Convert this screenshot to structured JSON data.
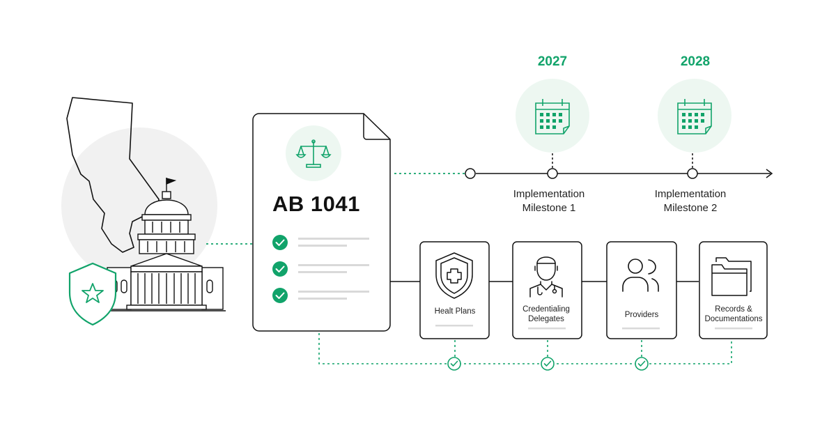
{
  "document": {
    "title": "AB 1041",
    "icon": "balance-scale-icon",
    "checklist_items": 3
  },
  "timeline": {
    "milestones": [
      {
        "year": "2027",
        "label_line1": "Implementation",
        "label_line2": "Milestone 1"
      },
      {
        "year": "2028",
        "label_line1": "Implementation",
        "label_line2": "Milestone 2"
      }
    ]
  },
  "entities": [
    {
      "icon": "shield-plus-icon",
      "line1": "Healt Plans",
      "line2": ""
    },
    {
      "icon": "doctor-icon",
      "line1": "Credentialing",
      "line2": "Delegates"
    },
    {
      "icon": "people-icon",
      "line1": "Providers",
      "line2": ""
    },
    {
      "icon": "folder-icon",
      "line1": "Records &",
      "line2": "Documentations"
    }
  ],
  "colors": {
    "accent": "#11a36a",
    "accent_light": "#edf7f1",
    "line": "#111111",
    "muted": "#d9d9d9",
    "california_bg": "#f1f1f1"
  }
}
